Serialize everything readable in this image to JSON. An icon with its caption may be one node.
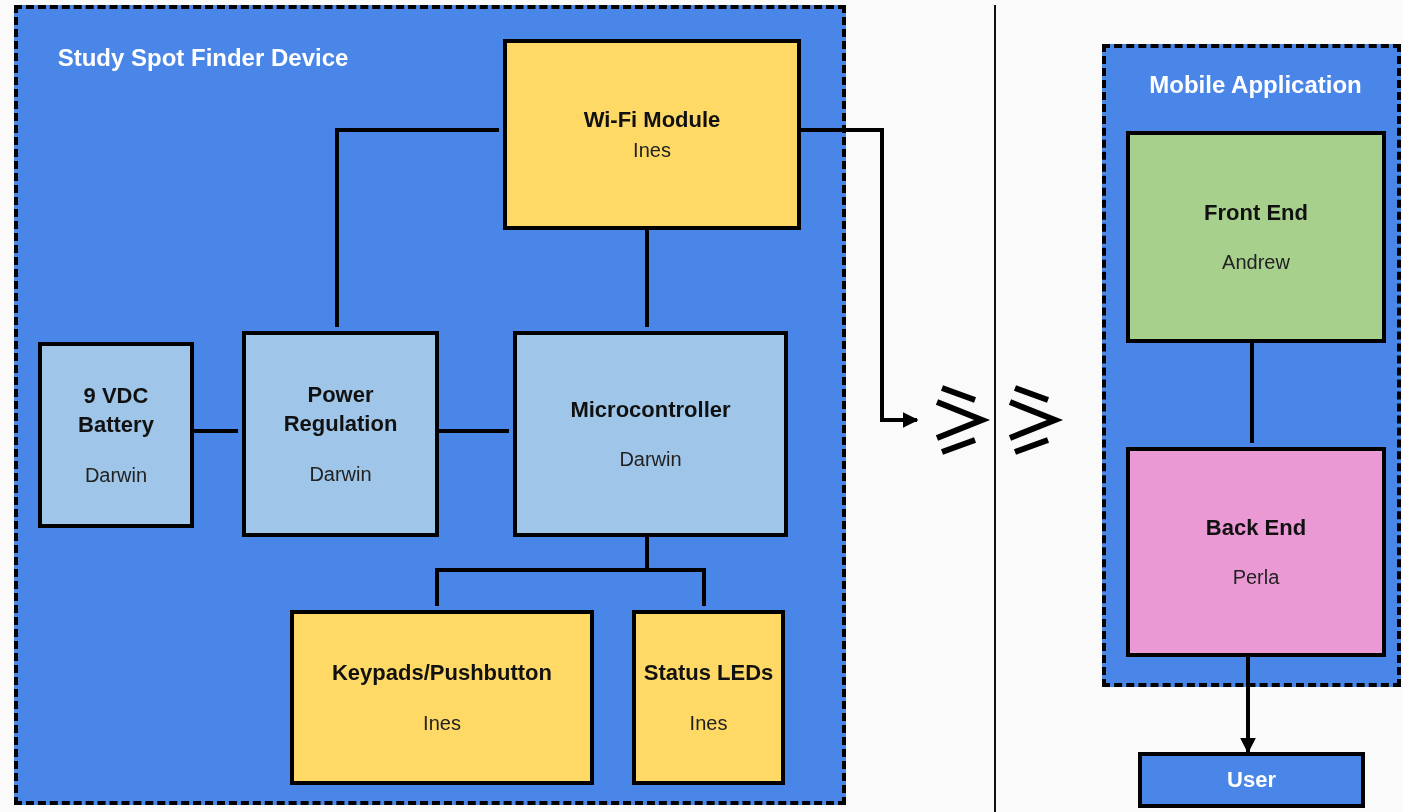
{
  "diagram": {
    "nodes": [
      {
        "text": [
          "Study Spot Finder Device"
        ]
      },
      {
        "text": [
          "Wi-Fi Module",
          "Ines"
        ],
        "in": 0
      },
      {
        "text": [
          "9 VDC Battery",
          "Darwin"
        ],
        "in": 0
      },
      {
        "text": [
          "Power Regulation",
          "Darwin"
        ],
        "in": 0
      },
      {
        "text": [
          "Microcontroller",
          "Darwin"
        ],
        "in": 0
      },
      {
        "text": [
          "Keypads/Pushbutton",
          "Ines"
        ],
        "in": 0
      },
      {
        "text": [
          "Status LEDs",
          "Ines"
        ],
        "in": 0
      },
      {
        "text": [
          "Mobile Application"
        ]
      },
      {
        "text": [
          "Front End",
          "Andrew"
        ],
        "in": 7
      },
      {
        "text": [
          "Back End",
          "Perla"
        ],
        "in": 7
      },
      {
        "text": [
          "User"
        ]
      }
    ],
    "edges": [
      {
        "from": 1,
        "to": 3,
        "arrow": "none"
      },
      {
        "from": 1,
        "to": 4,
        "arrow": "none"
      },
      {
        "from": 2,
        "to": 3,
        "arrow": "none"
      },
      {
        "from": 3,
        "to": 4,
        "arrow": "none"
      },
      {
        "from": 4,
        "to": 5,
        "arrow": "none"
      },
      {
        "from": 4,
        "to": 6,
        "arrow": "none"
      },
      {
        "from": 1,
        "to": null,
        "arrow": "to"
      },
      {
        "from": 8,
        "to": 9,
        "arrow": "none"
      },
      {
        "from": 9,
        "to": 10,
        "arrow": "to"
      }
    ]
  }
}
